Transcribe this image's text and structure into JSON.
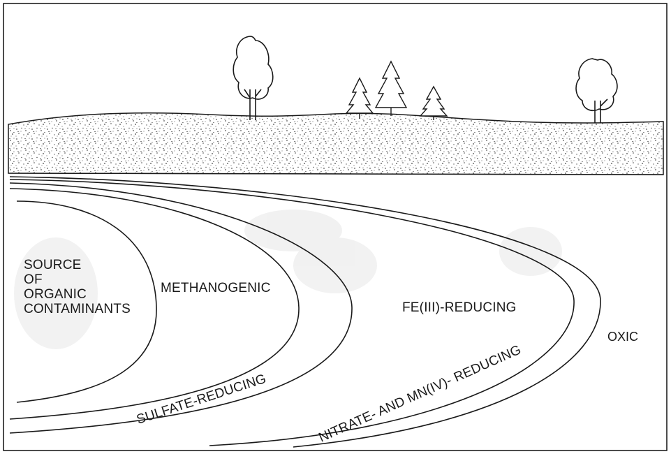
{
  "diagram": {
    "zones": [
      {
        "id": "source",
        "label_lines": [
          "SOURCE",
          "OF",
          "ORGANIC",
          "CONTAMINANTS"
        ]
      },
      {
        "id": "methanogenic",
        "label": "METHANOGENIC"
      },
      {
        "id": "sulfate",
        "label": "SULFATE-REDUCING"
      },
      {
        "id": "fe",
        "label": "FE(III)-REDUCING"
      },
      {
        "id": "nitrate",
        "label": "NITRATE- AND MN(IV)- REDUCING"
      },
      {
        "id": "oxic",
        "label": "OXIC"
      }
    ],
    "colors": {
      "line": "#1a1a1a",
      "paper": "#ffffff",
      "speckle": "#555555",
      "smudge": "#e6e6e6"
    },
    "icons": [
      "deciduous-tree-icon",
      "conifer-tree-icon"
    ]
  }
}
